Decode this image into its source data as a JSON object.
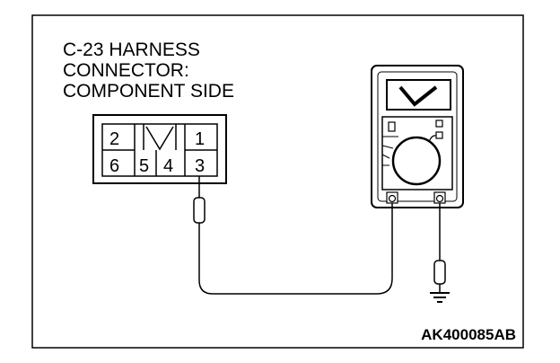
{
  "title_lines": [
    "C-23 HARNESS",
    "CONNECTOR:",
    "COMPONENT SIDE"
  ],
  "connector": {
    "top_row": [
      "2",
      "1"
    ],
    "bottom_row": [
      "6",
      "5",
      "4",
      "3"
    ]
  },
  "figure_code": "AK400085AB"
}
